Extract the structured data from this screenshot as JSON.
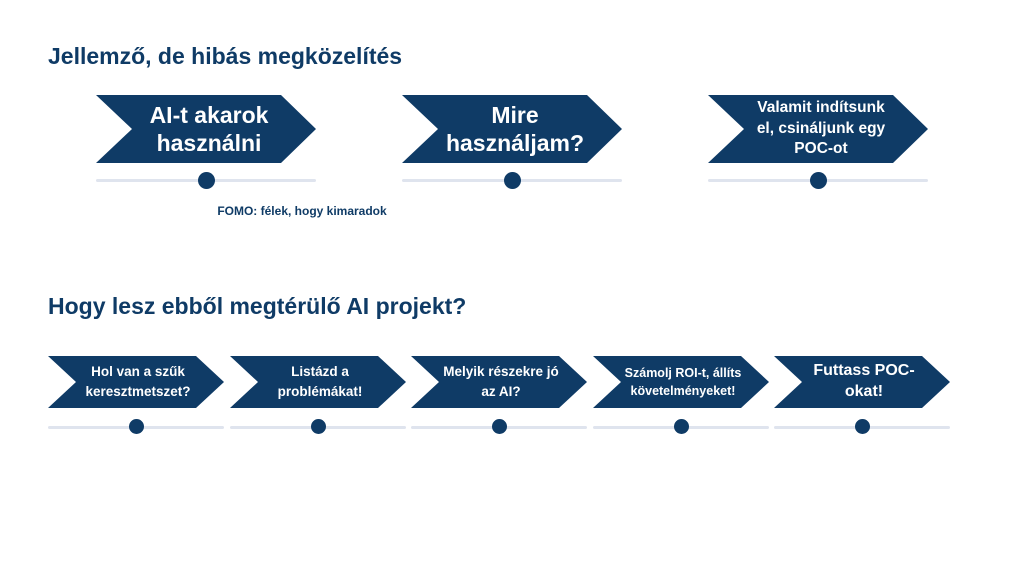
{
  "section1": {
    "heading": "Jellemző, de hibás megközelítés",
    "steps": [
      {
        "label": "AI-t akarok használni",
        "note": "FOMO: félek, hogy kimaradok"
      },
      {
        "label": "Mire használjam?"
      },
      {
        "label": "Valamit indítsunk el, csináljunk egy POC-ot"
      }
    ]
  },
  "section2": {
    "heading": "Hogy lesz ebből megtérülő AI projekt?",
    "steps": [
      {
        "label": "Hol van a szűk keresztmetszet?"
      },
      {
        "label": "Listázd a problémákat!"
      },
      {
        "label": "Melyik részekre jó az AI?"
      },
      {
        "label": "Számolj ROI-t, állíts követelményeket!"
      },
      {
        "label": "Futtass POC-okat!"
      }
    ]
  },
  "colors": {
    "primary": "#0f3b66",
    "track": "#dfe4ee",
    "background": "#ffffff"
  }
}
